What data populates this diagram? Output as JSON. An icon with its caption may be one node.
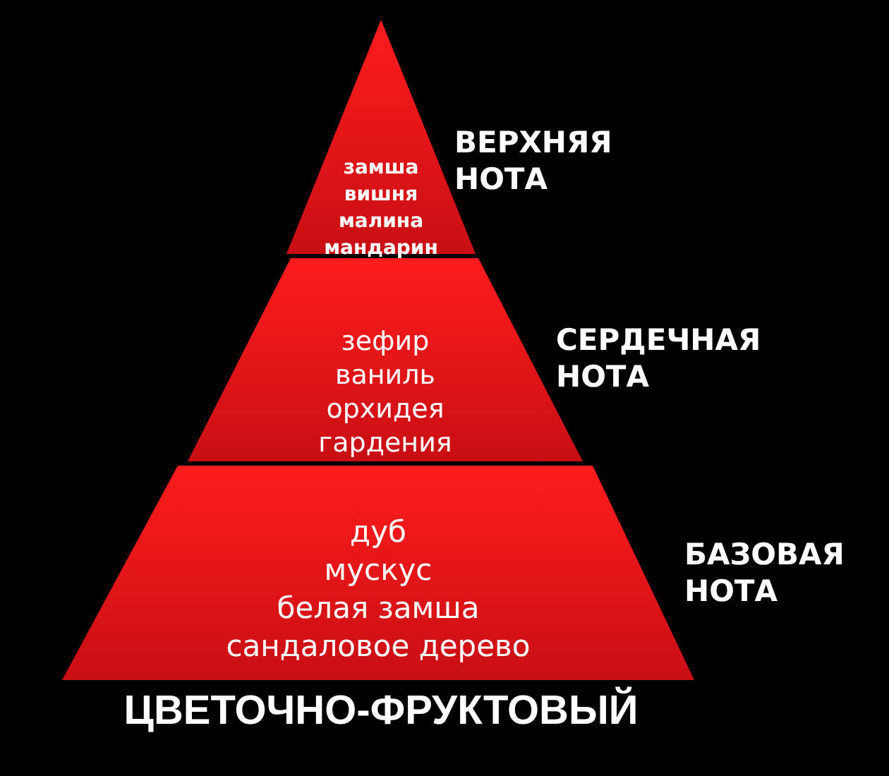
{
  "diagram": {
    "title": "ЦВЕТОЧНО-ФРУКТОВЫЙ",
    "nodes": [
      {
        "text": [
          "замша",
          "вишня",
          "малина",
          "мандарин"
        ],
        "beside": [
          "ВЕРХНЯЯ НОТА"
        ]
      },
      {
        "text": [
          "зефир",
          "ваниль",
          "орхидея",
          "гардения"
        ],
        "beside": [
          "СЕРДЕЧНАЯ НОТА"
        ]
      },
      {
        "text": [
          "дуб",
          "мускус",
          "белая замша",
          "сандаловое дерево"
        ],
        "beside": [
          "БАЗОВАЯ НОТА"
        ]
      }
    ]
  }
}
